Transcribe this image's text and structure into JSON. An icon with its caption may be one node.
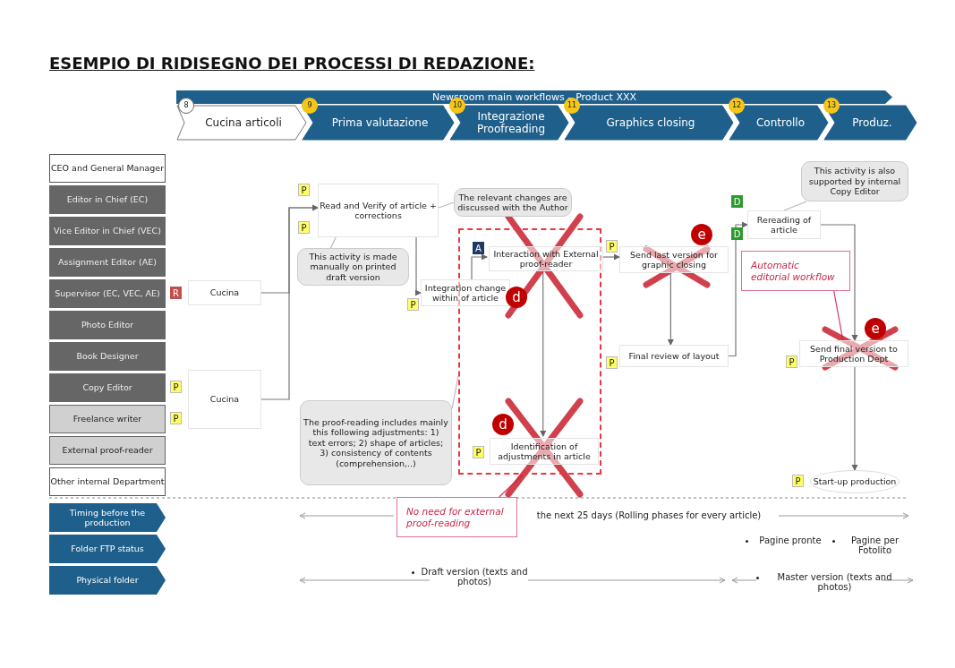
{
  "diagram": {
    "title": "ESEMPIO DI RIDISEGNO DEI PROCESSI DI REDAZIONE:",
    "nodes": [
      {
        "text": [
          "Newsroom main workflows – Product XXX"
        ]
      },
      {
        "text": [
          "8",
          "Cucina articoli"
        ]
      },
      {
        "text": [
          "9",
          "Prima valutazione"
        ]
      },
      {
        "text": [
          "10",
          "Integrazione Proofreading"
        ]
      },
      {
        "text": [
          "11",
          "Graphics closing"
        ]
      },
      {
        "text": [
          "12",
          "Controllo"
        ]
      },
      {
        "text": [
          "13",
          "Produz."
        ]
      },
      {
        "text": [
          "CEO and General Manager"
        ]
      },
      {
        "text": [
          "Editor in Chief (EC)"
        ]
      },
      {
        "text": [
          "Vice Editor in Chief (VEC)"
        ]
      },
      {
        "text": [
          "Assignment Editor (AE)"
        ]
      },
      {
        "text": [
          "Supervisor (EC, VEC, AE)"
        ]
      },
      {
        "text": [
          "Photo Editor"
        ]
      },
      {
        "text": [
          "Book Designer"
        ]
      },
      {
        "text": [
          "Copy Editor"
        ]
      },
      {
        "text": [
          "Freelance writer"
        ]
      },
      {
        "text": [
          "External proof-reader"
        ]
      },
      {
        "text": [
          "Other internal Department"
        ]
      },
      {
        "text": [
          "Timing before the production"
        ]
      },
      {
        "text": [
          "Folder FTP status"
        ]
      },
      {
        "text": [
          "Physical folder"
        ]
      },
      {
        "text": [
          "Cucina"
        ],
        "beside": [
          "R"
        ]
      },
      {
        "text": [
          "Cucina"
        ],
        "beside": [
          "P",
          "P"
        ]
      },
      {
        "text": [
          "Read and Verify of article + corrections"
        ],
        "beside": [
          "P",
          "P"
        ]
      },
      {
        "text": [
          "Integration change within of article"
        ],
        "beside": [
          "P",
          "d"
        ]
      },
      {
        "text": [],
        "shape": "box"
      },
      {
        "text": [
          "Interaction with External proof-reader"
        ],
        "in": 25,
        "beside": [
          "A"
        ]
      },
      {
        "text": [
          "Identification of adjustments in article"
        ],
        "in": 25,
        "beside": [
          "P",
          "d"
        ]
      },
      {
        "text": [
          "Send last version for graphic closing"
        ],
        "beside": [
          "P",
          "e"
        ]
      },
      {
        "text": [
          "Final review of layout"
        ],
        "beside": [
          "P"
        ]
      },
      {
        "text": [
          "Rereading of article"
        ],
        "beside": [
          "D",
          "D"
        ]
      },
      {
        "text": [
          "Send final version to Production Dept"
        ],
        "beside": [
          "P",
          "e"
        ]
      },
      {
        "text": [
          "Start-up production"
        ],
        "beside": [
          "P"
        ]
      },
      {
        "text": [
          "This activity is made manually on printed draft version"
        ]
      },
      {
        "text": [
          "The relevant changes are discussed with the Author"
        ]
      },
      {
        "text": [
          "The proof-reading includes mainly this following adjustments: 1) text errors; 2) shape of articles; 3) consistency of contents (comprehension,..)"
        ]
      },
      {
        "text": [
          "This activity is also supported by internal Copy Editor"
        ]
      },
      {
        "text": [
          "Automatic editorial workflow"
        ]
      },
      {
        "text": [
          "No need for external proof-reading"
        ]
      }
    ],
    "edges": [
      {
        "from": 21,
        "to": 23,
        "arrow": "to"
      },
      {
        "from": 22,
        "to": 23,
        "arrow": "to"
      },
      {
        "from": 23,
        "to": 24,
        "arrow": "to"
      },
      {
        "from": 24,
        "to": 26,
        "arrow": "to"
      },
      {
        "from": 26,
        "to": 27,
        "arrow": "to"
      },
      {
        "from": 26,
        "to": 28,
        "arrow": "to"
      },
      {
        "from": 28,
        "to": 29,
        "arrow": "to"
      },
      {
        "from": 29,
        "to": 30,
        "arrow": "to"
      },
      {
        "from": 30,
        "to": 31,
        "arrow": "to"
      },
      {
        "from": 31,
        "to": 32,
        "arrow": "to"
      },
      {
        "from": 33,
        "to": 23,
        "arrow": "none",
        "color": "#bbbbbb"
      },
      {
        "from": 34,
        "to": 23,
        "arrow": "none",
        "color": "#bbbbbb"
      },
      {
        "from": 35,
        "to": 25,
        "arrow": "none",
        "color": "#bbbbbb"
      },
      {
        "from": 36,
        "to": 30,
        "arrow": "none",
        "color": "#bbbbbb"
      },
      {
        "from": 37,
        "to": 31,
        "arrow": "none",
        "color": "#d6336c"
      },
      {
        "from": 38,
        "to": 25,
        "arrow": "none",
        "color": "#d6336c"
      }
    ],
    "labels": [
      "the next 25 days (Rolling phases for every article)",
      "Pagine pronte",
      "Pagine per Fotolito",
      "Draft version (texts and photos)",
      "Master version (texts and photos)"
    ]
  }
}
